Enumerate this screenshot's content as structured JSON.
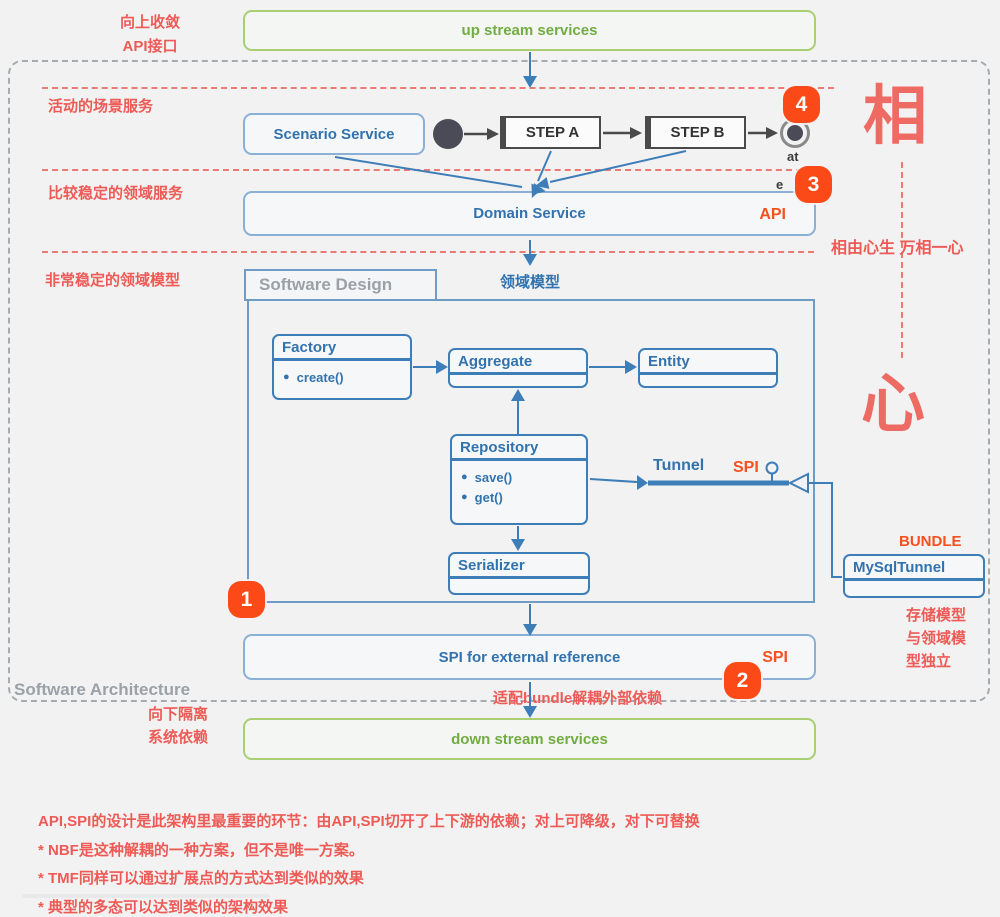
{
  "top_left_note": {
    "line1": "向上收敛",
    "line2": "API接口"
  },
  "upstream_label": "up stream services",
  "downstream_label": "down stream services",
  "section_labels": {
    "scenario": "活动的场景服务",
    "domain": "比较稳定的领域服务",
    "model": "非常稳定的领域模型"
  },
  "scenario_box": "Scenario Service",
  "steps": {
    "a": "STEP A",
    "b": "STEP B"
  },
  "end_note": {
    "line1": "at",
    "line2": "e"
  },
  "badges": {
    "b1": "1",
    "b2": "2",
    "b3": "3",
    "b4": "4"
  },
  "domain_box": {
    "title": "Domain Service",
    "tag": "API"
  },
  "right_column": {
    "char_top": "相",
    "quote": "相由心生 万相一心",
    "char_bottom": "心"
  },
  "model_label": "领域模型",
  "design": {
    "tab": "Software Design",
    "factory": {
      "name": "Factory",
      "method": "create()"
    },
    "aggregate": {
      "name": "Aggregate"
    },
    "entity": {
      "name": "Entity"
    },
    "repository": {
      "name": "Repository",
      "method1": "save()",
      "method2": "get()"
    },
    "serializer": {
      "name": "Serializer"
    },
    "tunnel": {
      "label": "Tunnel",
      "tag": "SPI"
    }
  },
  "bundle": {
    "tag": "BUNDLE",
    "class_name": "MySqlTunnel",
    "note_line1": "存储模型",
    "note_line2": "与领域模",
    "note_line3": "型独立"
  },
  "spi_box": {
    "title": "SPI for external reference",
    "tag": "SPI"
  },
  "architecture_label": "Software Architecture",
  "bottom_left_note": {
    "line1": "向下隔离",
    "line2": "系统依赖"
  },
  "adapter_note": "适配bundle解耦外部依赖",
  "footnotes": {
    "line1": "API,SPI的设计是此架构里最重要的环节：由API,SPI切开了上下游的依赖；对上可降级，对下可替换",
    "line2": "* NBF是这种解耦的一种方案，但不是唯一方案。",
    "line3": "* TMF同样可以通过扩展点的方式达到类似的效果",
    "line4": "* 典型的多态可以达到类似的架构效果"
  },
  "icons": {
    "method_bullet": "●"
  },
  "colors": {
    "background": "#f2f2f3",
    "blue_line": "#3d7eb8",
    "blue_text": "#3273ae",
    "light_blue_border": "#8ab0d6",
    "red_annotation": "#ee5a55",
    "red_dash": "#e97a74",
    "orange_tag": "#f4511e",
    "badge_bg": "#fb4a17",
    "green_border": "#a8cf72",
    "green_text": "#72ac43",
    "dark_flow": "#4a4a4a",
    "gray_label": "#9aa1a7"
  }
}
